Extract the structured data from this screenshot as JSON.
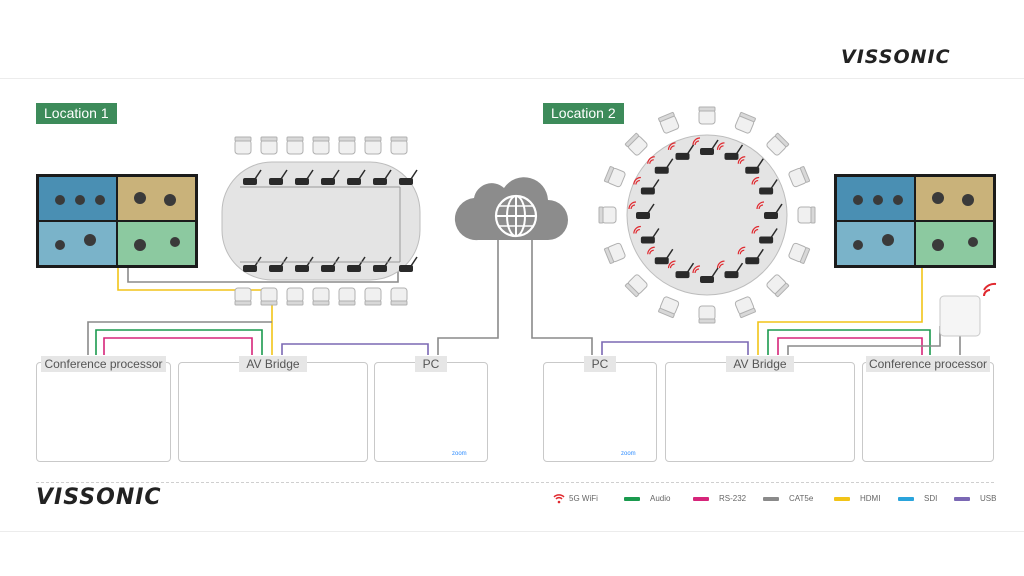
{
  "brand": {
    "logo_top": "VISSONIC",
    "logo_bottom": "VISSONIC"
  },
  "locations": [
    {
      "label": "Location 1"
    },
    {
      "label": "Location 2"
    }
  ],
  "boxes": {
    "loc1_processor": "Conference processor",
    "loc1_bridge": "AV Bridge",
    "loc1_pc": "PC",
    "loc2_pc": "PC",
    "loc2_bridge": "AV Bridge",
    "loc2_processor": "Conference processor"
  },
  "pc_apps": {
    "zoom": "zoom"
  },
  "legend": [
    {
      "label": "5G WiFi",
      "color": "#e0292f",
      "icon": "wifi-icon"
    },
    {
      "label": "Audio",
      "color": "#1a9a4e"
    },
    {
      "label": "RS-232",
      "color": "#d6257a"
    },
    {
      "label": "CAT5e",
      "color": "#8a8a8a"
    },
    {
      "label": "HDMI",
      "color": "#f2c418"
    },
    {
      "label": "SDI",
      "color": "#2aa4dc"
    },
    {
      "label": "USB",
      "color": "#7b68b4"
    }
  ],
  "colors": {
    "location_tag": "#3d8b5a",
    "cloud": "#8c8c8c",
    "table": "#e4e4e4"
  }
}
